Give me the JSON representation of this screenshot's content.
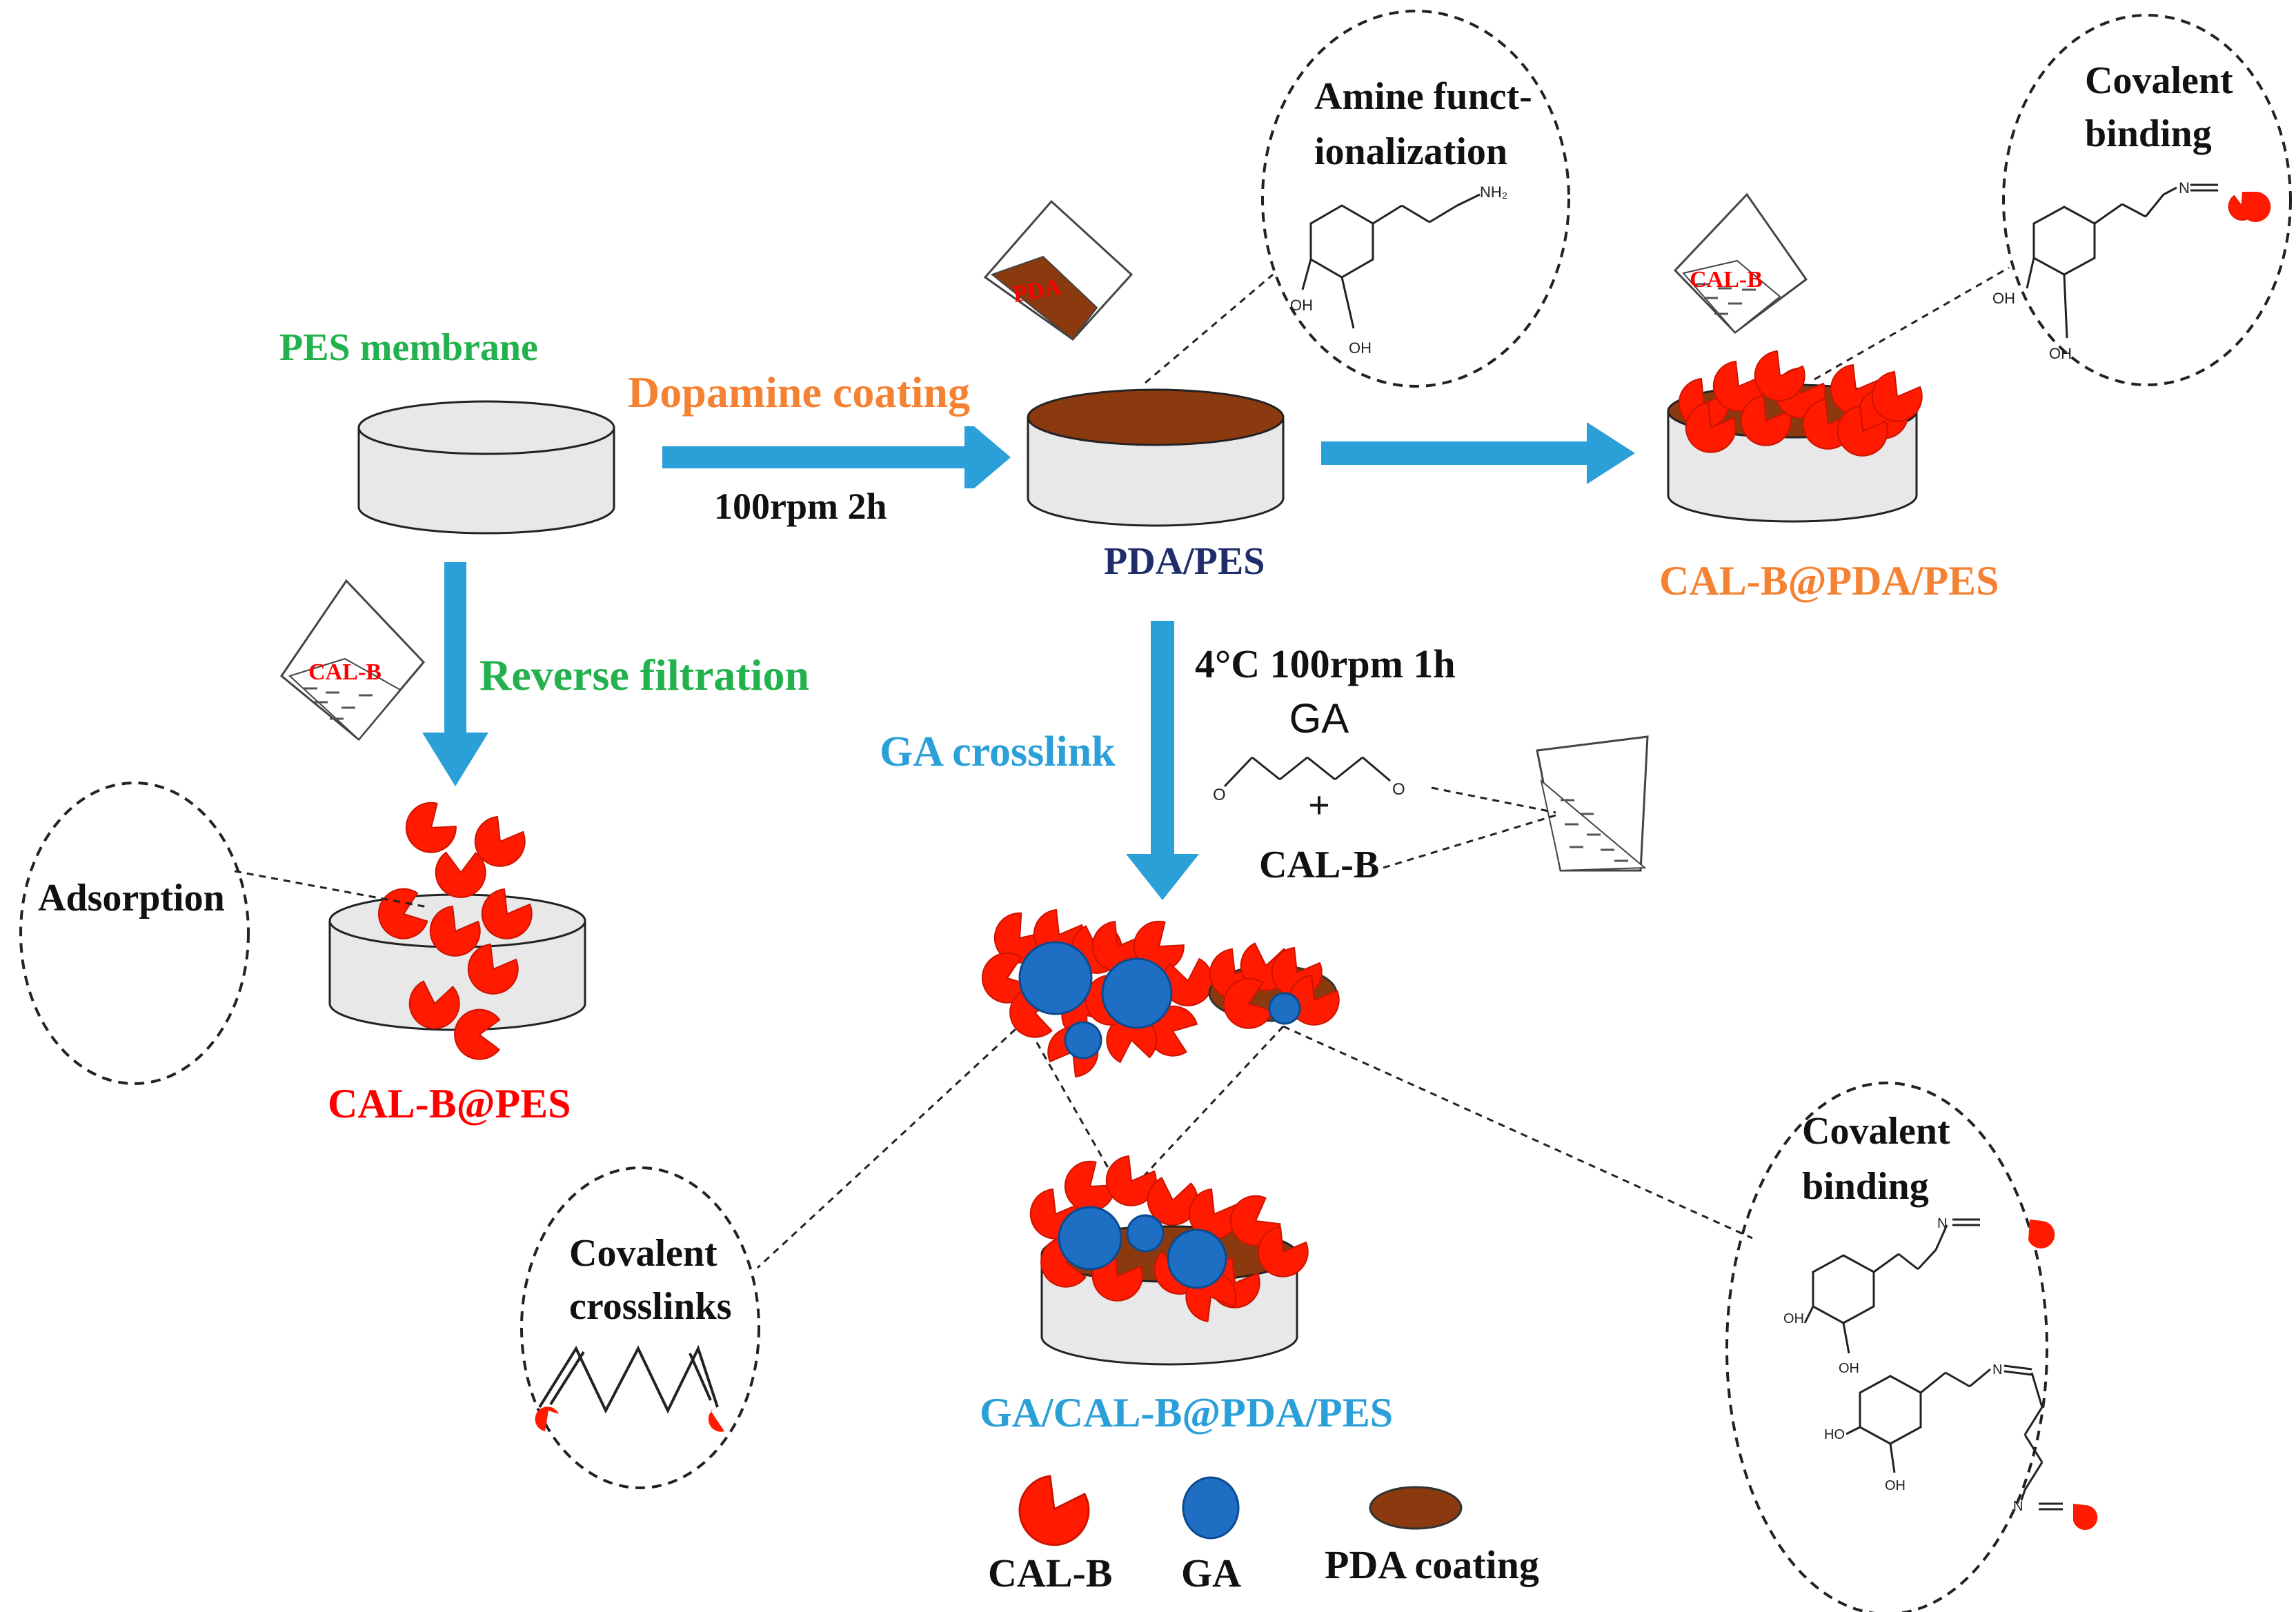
{
  "labels": {
    "pes_membrane": "PES membrane",
    "dopamine_coating": "Dopamine coating",
    "coating_condition": "100rpm  2h",
    "pda_pes": "PDA/PES",
    "amine_line1": "Amine funct-",
    "amine_line2": "ionalization",
    "covalent_binding_top_1": "Covalent",
    "covalent_binding_top_2": "binding",
    "cal_b_pda_pes": "CAL-B@PDA/PES",
    "reverse_filtration": "Reverse filtration",
    "adsorption": "Adsorption",
    "cal_b_pes": "CAL-B@PES",
    "crosslink_condition": "4°C 100rpm  1h",
    "ga": "GA",
    "plus": "+",
    "cal_b": "CAL-B",
    "ga_crosslink": "GA crosslink",
    "covalent_crosslinks_1": "Covalent",
    "covalent_crosslinks_2": "crosslinks",
    "ga_cal_b_pda_pes": "GA/CAL-B@PDA/PES",
    "covalent_binding_right_1": "Covalent",
    "covalent_binding_right_2": "binding",
    "beaker_pda": "PDA",
    "beaker_calb_1": "CAL-B",
    "beaker_calb_2": "CAL-B"
  },
  "chem": {
    "nh2": "NH₂",
    "oh": "OH",
    "ho": "HO",
    "n": "N",
    "o": "O"
  },
  "legend": {
    "cal_b": "CAL-B",
    "ga": "GA",
    "pda_coating": "PDA coating"
  },
  "colors": {
    "green": "#22b14c",
    "orange": "#f58233",
    "navy": "#1f2d6b",
    "red": "#ff0000",
    "lightblue": "#2b9fd8",
    "arrow": "#2b9fd8",
    "pda": "#8b3a10",
    "ga": "#1e6fc4",
    "membrane": "#e6e6e6"
  }
}
